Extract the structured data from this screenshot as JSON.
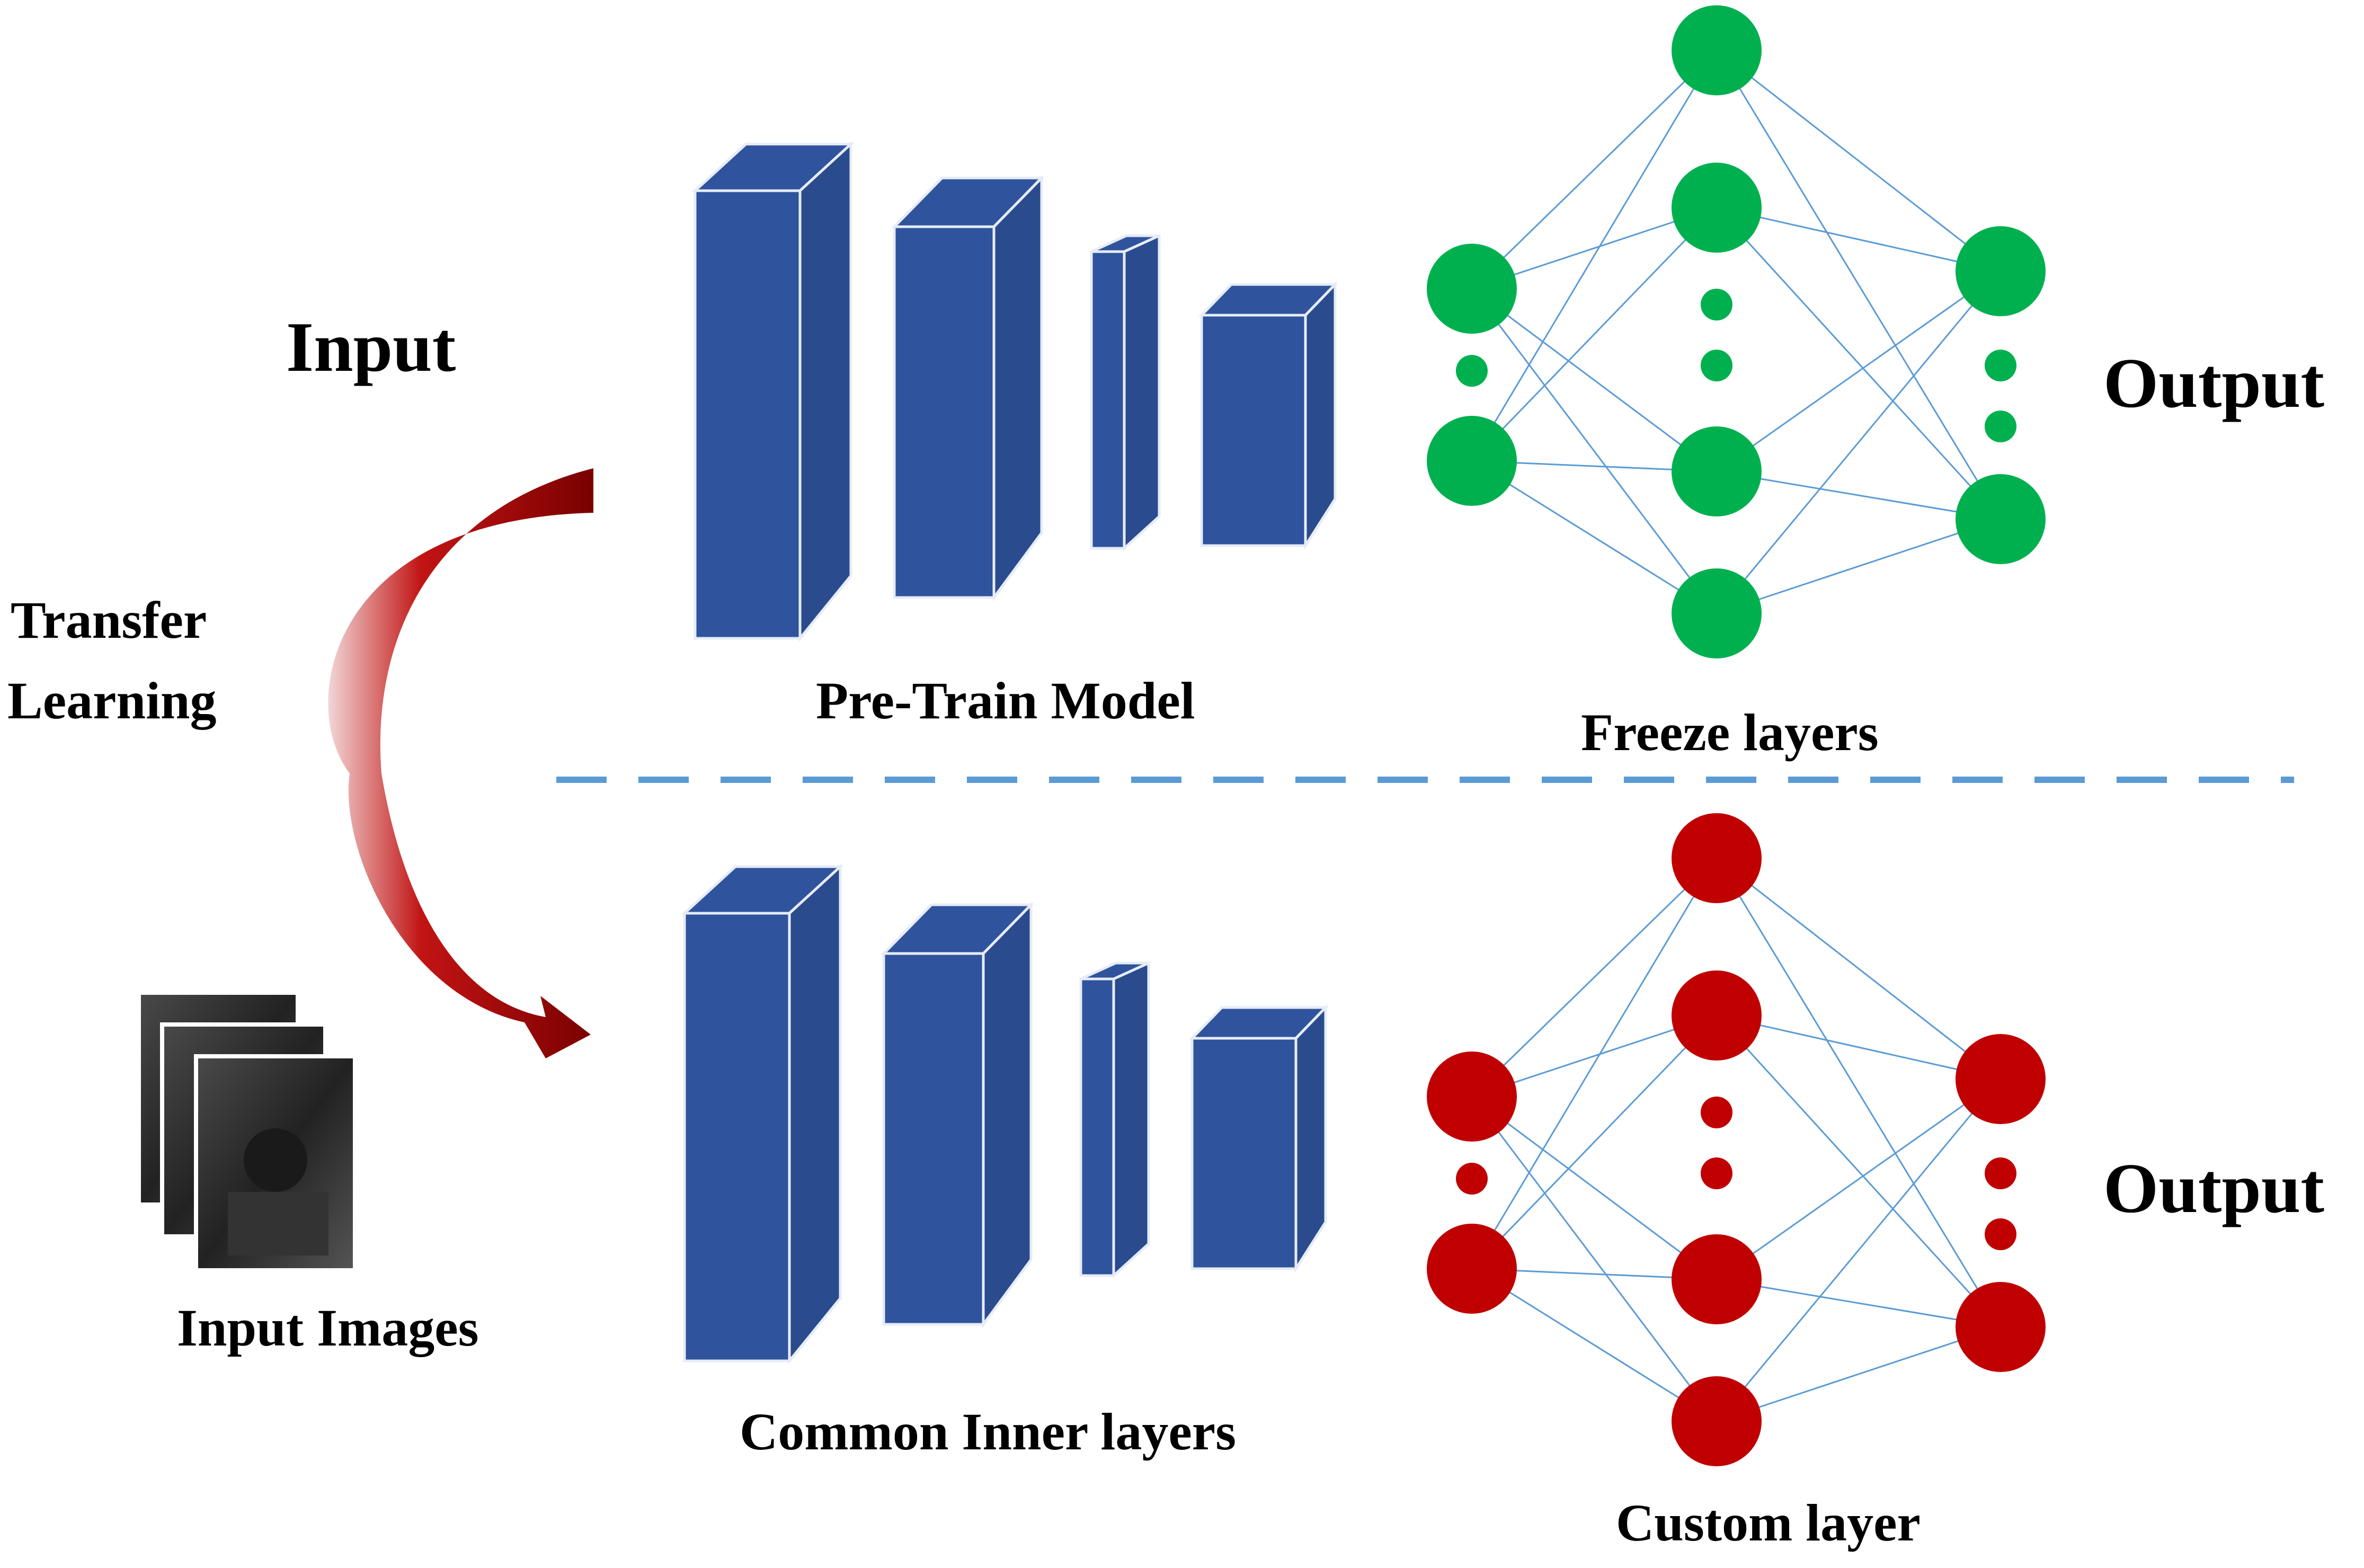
{
  "labels": {
    "input": "Input",
    "transfer_line1": "Transfer",
    "transfer_line2": "Learning",
    "pretrain_model": "Pre-Train Model",
    "freeze_layers": "Freeze layers",
    "output_top": "Output",
    "output_bottom": "Output",
    "input_images": "Input Images",
    "common_inner_layers": "Common Inner layers",
    "custom_layer": "Custom layer"
  },
  "colors": {
    "block_front": "#2F539C",
    "block_side": "#2A4B8E",
    "block_edge": "#E6ECF7",
    "freeze_nodes": "#00B04F",
    "custom_nodes": "#C00000",
    "connection_line": "#5B9BD5",
    "separator": "#5B9BD5",
    "arrow": "#A80000"
  },
  "icons": {
    "arrow": "curved-arrow-icon",
    "images": "image-stack-icon"
  }
}
